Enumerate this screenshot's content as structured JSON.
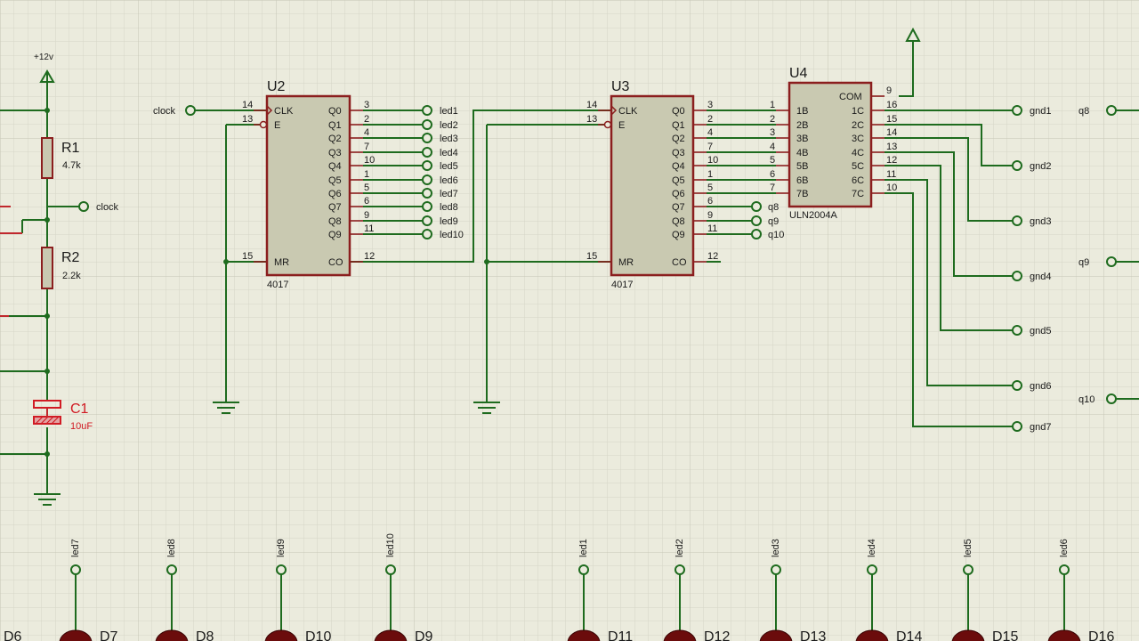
{
  "colors": {
    "background": "#ebebdd",
    "grid": "#d4d4c4",
    "wire": "#1e6b1e",
    "chip_fill": "#c9c9b1",
    "chip_border": "#8b1e1e",
    "selected": "#d11b24"
  },
  "power": {
    "label": "+12v"
  },
  "resistors": [
    {
      "ref": "R1",
      "value": "4.7k"
    },
    {
      "ref": "R2",
      "value": "2.2k"
    }
  ],
  "capacitor": {
    "ref": "C1",
    "value": "10uF"
  },
  "clock_labels": {
    "left": "clock",
    "right": "clock"
  },
  "u2": {
    "ref": "U2",
    "part": "4017",
    "left_pins": [
      {
        "no": "14",
        "name": "CLK"
      },
      {
        "no": "13",
        "name": "E"
      },
      {
        "no": "15",
        "name": "MR"
      }
    ],
    "right_pins": [
      {
        "no": "3",
        "name": "Q0"
      },
      {
        "no": "2",
        "name": "Q1"
      },
      {
        "no": "4",
        "name": "Q2"
      },
      {
        "no": "7",
        "name": "Q3"
      },
      {
        "no": "10",
        "name": "Q4"
      },
      {
        "no": "1",
        "name": "Q5"
      },
      {
        "no": "5",
        "name": "Q6"
      },
      {
        "no": "6",
        "name": "Q7"
      },
      {
        "no": "9",
        "name": "Q8"
      },
      {
        "no": "11",
        "name": "Q9"
      },
      {
        "no": "12",
        "name": "CO"
      }
    ],
    "outputs": [
      "led1",
      "led2",
      "led3",
      "led4",
      "led5",
      "led6",
      "led7",
      "led8",
      "led9",
      "led10"
    ]
  },
  "u3": {
    "ref": "U3",
    "part": "4017",
    "left_pins": [
      {
        "no": "14",
        "name": "CLK"
      },
      {
        "no": "13",
        "name": "E"
      },
      {
        "no": "15",
        "name": "MR"
      }
    ],
    "right_pins": [
      {
        "no": "3",
        "name": "Q0"
      },
      {
        "no": "2",
        "name": "Q1"
      },
      {
        "no": "4",
        "name": "Q2"
      },
      {
        "no": "7",
        "name": "Q3"
      },
      {
        "no": "10",
        "name": "Q4"
      },
      {
        "no": "1",
        "name": "Q5"
      },
      {
        "no": "5",
        "name": "Q6"
      },
      {
        "no": "6",
        "name": "Q7"
      },
      {
        "no": "9",
        "name": "Q8"
      },
      {
        "no": "11",
        "name": "Q9"
      },
      {
        "no": "12",
        "name": "CO"
      }
    ],
    "outputs": [
      "q8",
      "q9",
      "q10"
    ]
  },
  "u4": {
    "ref": "U4",
    "part": "ULN2004A",
    "left_pins": [
      {
        "no": "1",
        "name": "1B"
      },
      {
        "no": "2",
        "name": "2B"
      },
      {
        "no": "3",
        "name": "3B"
      },
      {
        "no": "4",
        "name": "4B"
      },
      {
        "no": "5",
        "name": "5B"
      },
      {
        "no": "6",
        "name": "6B"
      },
      {
        "no": "7",
        "name": "7B"
      }
    ],
    "right_pins": [
      {
        "no": "9",
        "name": "COM"
      },
      {
        "no": "16",
        "name": "1C"
      },
      {
        "no": "15",
        "name": "2C"
      },
      {
        "no": "14",
        "name": "3C"
      },
      {
        "no": "13",
        "name": "4C"
      },
      {
        "no": "12",
        "name": "5C"
      },
      {
        "no": "11",
        "name": "6C"
      },
      {
        "no": "10",
        "name": "7C"
      }
    ],
    "outputs": [
      "gnd1",
      "gnd2",
      "gnd3",
      "gnd4",
      "gnd5",
      "gnd6",
      "gnd7"
    ]
  },
  "right_edge_labels": [
    "q8",
    "q9",
    "q10"
  ],
  "leds": [
    {
      "net": "led7",
      "ref": "D7"
    },
    {
      "net": "led8",
      "ref": "D8"
    },
    {
      "net": "led9",
      "ref": "D10"
    },
    {
      "net": "led10",
      "ref": "D9"
    },
    {
      "net": "led1",
      "ref": "D11"
    },
    {
      "net": "led2",
      "ref": "D12"
    },
    {
      "net": "led3",
      "ref": "D13"
    },
    {
      "net": "led4",
      "ref": "D14"
    },
    {
      "net": "led5",
      "ref": "D15"
    },
    {
      "net": "led6",
      "ref": "D16"
    }
  ],
  "edge_led_ref": "D6"
}
